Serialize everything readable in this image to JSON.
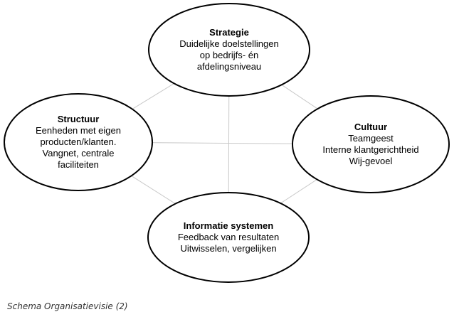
{
  "diagram": {
    "nodes": [
      {
        "id": "strategie",
        "title": "Strategie",
        "lines": [
          "Duidelijke doelstellingen",
          "op bedrijfs- én",
          "afdelingsniveau"
        ]
      },
      {
        "id": "structuur",
        "title": "Structuur",
        "lines": [
          "Eenheden met eigen",
          "producten/klanten.",
          "Vangnet, centrale",
          "faciliteiten"
        ]
      },
      {
        "id": "cultuur",
        "title": "Cultuur",
        "lines": [
          "Teamgeest",
          "Interne klantgerichtheid",
          "Wij-gevoel"
        ]
      },
      {
        "id": "informatie",
        "title": "Informatie systemen",
        "lines": [
          "Feedback van resultaten",
          "Uitwisselen, vergelijken"
        ]
      }
    ],
    "connectors": [
      {
        "from": "strategie",
        "to": "cultuur"
      },
      {
        "from": "strategie",
        "to": "structuur"
      },
      {
        "from": "informatie",
        "to": "cultuur"
      },
      {
        "from": "informatie",
        "to": "structuur"
      },
      {
        "from": "strategie",
        "to": "informatie"
      },
      {
        "from": "structuur",
        "to": "cultuur"
      }
    ],
    "colors": {
      "ellipse_stroke": "#000000",
      "ellipse_fill": "#ffffff",
      "connector": "#c8c8c8"
    }
  },
  "caption": "Schema Organisatievisie (2)"
}
